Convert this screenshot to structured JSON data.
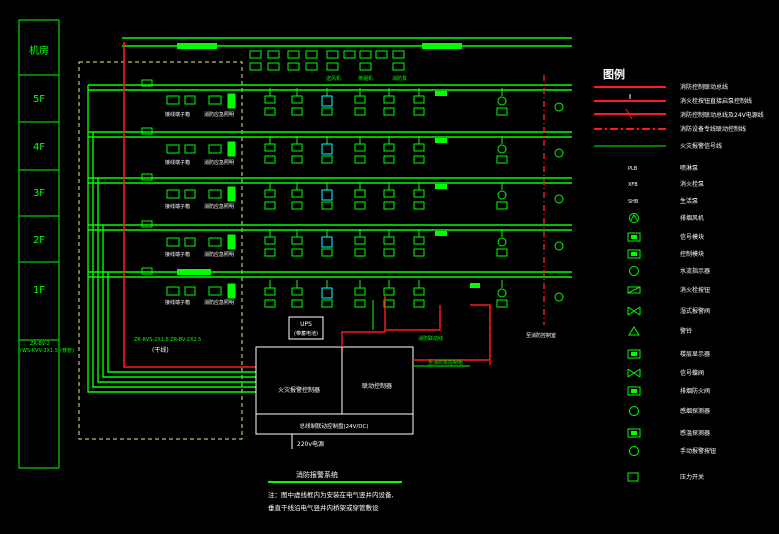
{
  "colors": {
    "background": "#000000",
    "wire_green": "#00ff00",
    "wire_red": "#ff1a1a",
    "frame_white": "#ffffff",
    "frame_yellow": "#e8e8a0",
    "legend_text": "#ffffff",
    "accent_cyan": "#00ffff"
  },
  "floors": [
    "机房",
    "5F",
    "4F",
    "3F",
    "2F",
    "1F"
  ],
  "riser_left_label": "ZR-BV-2",
  "riser_left_label2": "(WS-KVV-2X1.5)(穿管)",
  "main_cable_label": "(干线)",
  "main_cable_spec": "ZR-RVS-2X1.5  ZR-BV-2X2.5",
  "ups_label": "UPS",
  "ups_sub": "(带蓄电池)",
  "controller_left": "火灾报警控制器",
  "controller_right": "联动控制器",
  "console_label": "总线制联动控制盘(24V/DC)",
  "power_label": "220v电源",
  "right_feed_label": "消防联动线",
  "right_mid_label": "至消防泵控制柜",
  "far_right_label": "至消防控制室",
  "row_labels": {
    "left_device_a": "接线端子箱",
    "left_device_b": "消防应急照明"
  },
  "top_row_labels": [
    "送风机",
    "排烟机",
    "消防泵"
  ],
  "title_bottom": "消防报警系统",
  "note_line1": "注：图中虚线框内为安装在电气竖井内设备,",
  "note_line2": "垂直干线沿电气竖井内桥架或穿管敷设",
  "legend": {
    "title": "图例",
    "line_items": [
      {
        "label": "消防控制联动总线",
        "style": "red-solid"
      },
      {
        "label": "消火栓按钮直接启泵控制线",
        "style": "red-marked"
      },
      {
        "label": "消防控制联动总线及24V电源线",
        "style": "red-double"
      },
      {
        "label": "消防设备专线联动控制线",
        "style": "red-dashdot"
      },
      {
        "label": "火灾报警信号线",
        "style": "green-solid"
      }
    ],
    "symbol_items": [
      {
        "code": "PLB",
        "label": "喷淋泵",
        "icon": "text-code"
      },
      {
        "code": "XFB",
        "label": "消火栓泵",
        "icon": "text-code"
      },
      {
        "code": "SHB",
        "label": "生活泵",
        "icon": "text-code"
      },
      {
        "code": "",
        "label": "排烟风机",
        "icon": "fan-icon"
      },
      {
        "code": "",
        "label": "信号模块",
        "icon": "signal-module-icon"
      },
      {
        "code": "",
        "label": "控制模块",
        "icon": "control-module-icon"
      },
      {
        "code": "",
        "label": "水流指示器",
        "icon": "flow-indicator-icon"
      },
      {
        "code": "",
        "label": "消火栓按钮",
        "icon": "hydrant-button-icon"
      },
      {
        "code": "",
        "label": "湿式报警阀",
        "icon": "alarm-valve-icon"
      },
      {
        "code": "",
        "label": "警铃",
        "icon": "bell-icon"
      },
      {
        "code": "",
        "label": "楼层显示器",
        "icon": "floor-display-icon"
      },
      {
        "code": "",
        "label": "信号蝶阀",
        "icon": "butterfly-valve-icon"
      },
      {
        "code": "",
        "label": "排烟防火阀",
        "icon": "fire-damper-icon"
      },
      {
        "code": "",
        "label": "感烟探测器",
        "icon": "smoke-detector-icon"
      },
      {
        "code": "",
        "label": "感温探测器",
        "icon": "heat-detector-icon"
      },
      {
        "code": "",
        "label": "手动报警按钮",
        "icon": "manual-call-icon"
      },
      {
        "code": "",
        "label": "压力开关",
        "icon": "pressure-switch-icon"
      }
    ]
  }
}
